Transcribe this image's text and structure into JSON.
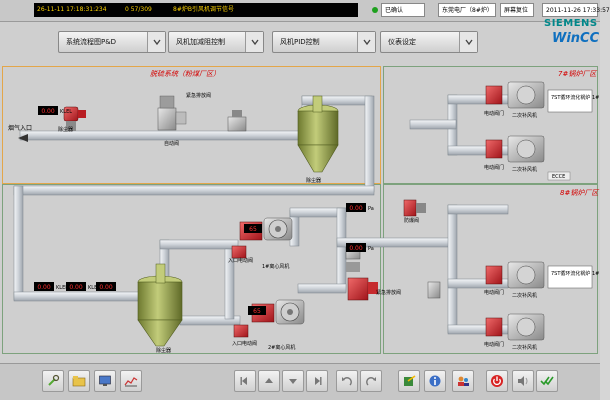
{
  "status_bar": {
    "datetime": "26-11-11  17:18:31:234",
    "code": "0  57/309",
    "message": "8#炉B引风机调节信号",
    "ack": "已确认",
    "plant": "东莞电厂（8#炉）",
    "event": "屏幕复位",
    "clock": "2011-11-26  17:33:57"
  },
  "logo": {
    "brand": "SIEMENS",
    "product": "WinCC"
  },
  "nav": {
    "btn1": "系统流程图P&D",
    "btn2": "风机加减阻控制",
    "btn3": "风机PID控制",
    "btn4": "仪表设定"
  },
  "panels": {
    "left_title": "脱硫系统（粉煤厂区）",
    "right_top_title": "7#锅炉厂区",
    "right_bottom_title": "8#锅炉厂区"
  },
  "labels": {
    "flue_inlet": "烟气入口",
    "emergency_valve_top": "紧急排放阀",
    "auto_valve": "自动阀",
    "cyclone_upper": "除尘器",
    "cyclone_lower": "除尘器",
    "fan1_pump": "入口电动阀",
    "fan1": "1#离心风机",
    "fan2_pump": "入口电动阀",
    "fan2": "2#离心风机",
    "emergency_valve_mid": "紧急排放阀",
    "dust_valve": "防爆阀",
    "sec_air_1": "二次补风机",
    "sec_air_2": "二次补风机",
    "sec_air_3": "二次补风机",
    "sec_air_4": "二次补风机",
    "pump_l1": "电动阀门",
    "pump_l2": "电动阀门",
    "pump_l3": "电动阀门",
    "pump_l4": "电动阀门",
    "boiler7": "7ST循环流化锅炉 1#",
    "boiler8": "7ST循环流化锅炉 1#",
    "ecce": "ECCE"
  },
  "readings": {
    "r_top1": "0.00",
    "r_top1_unit": "KLEL",
    "r_fan1": "65",
    "r_mid": "0.00",
    "r_mid2": "0.00",
    "r_fan2": "65",
    "r_bl1": "0.00",
    "r_bl2": "0.00",
    "r_bl3": "0.00",
    "r_bl_unit": "KLEL",
    "pa_unit": "Pa"
  },
  "colors": {
    "pipe": "#d8dce2",
    "tank": "#9ba94e",
    "red_equipment": "#d2262b",
    "accent": "#00878a"
  }
}
